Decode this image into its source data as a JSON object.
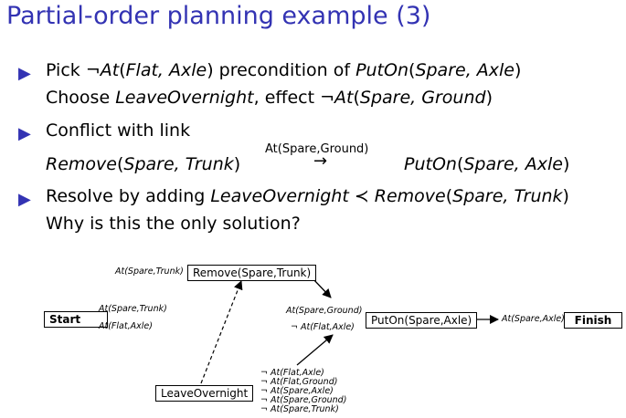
{
  "title": "Partial-order planning example (3)",
  "bullets": [
    {
      "line1": {
        "pre": "Pick ",
        "neg": "¬",
        "pred": "At",
        "args_it": "Flat, Axle",
        "mid": " precondition of ",
        "op": "PutOn",
        "op_args": "Spare, Axle"
      },
      "line2": {
        "pre": "Choose ",
        "act": "LeaveOvernight",
        "mid": ", effect ",
        "neg": "¬",
        "pred": "At",
        "args": "Spare, Ground"
      }
    },
    {
      "line1": "Conflict with link",
      "line2": {
        "from": "Remove",
        "from_args": "Spare, Trunk",
        "link_label": "At(Spare,Ground)",
        "to": "PutOn",
        "to_args": "Spare, Axle"
      }
    },
    {
      "line1": {
        "pre": "Resolve by adding ",
        "a": "LeaveOvernight",
        "prec": " ≺ ",
        "b": "Remove",
        "b_args": "Spare, Trunk"
      },
      "line2": "Why is this the only solution?"
    }
  ],
  "diagram": {
    "start": {
      "label": "Start",
      "effects": [
        "At(Spare,Trunk)",
        "At(Flat,Axle)"
      ]
    },
    "remove": {
      "label": "Remove(Spare,Trunk)",
      "precondition": "At(Spare,Trunk)"
    },
    "puton": {
      "label": "PutOn(Spare,Axle)",
      "preconditions": [
        "At(Spare,Ground)",
        "¬ At(Flat,Axle)"
      ]
    },
    "finish": {
      "label": "Finish",
      "precondition": "At(Spare,Axle)"
    },
    "leave": {
      "label": "LeaveOvernight",
      "effects": [
        "¬ At(Flat,Axle)",
        "¬ At(Flat,Ground)",
        "¬ At(Spare,Axle)",
        "¬ At(Spare,Ground)",
        "¬ At(Spare,Trunk)"
      ]
    }
  }
}
